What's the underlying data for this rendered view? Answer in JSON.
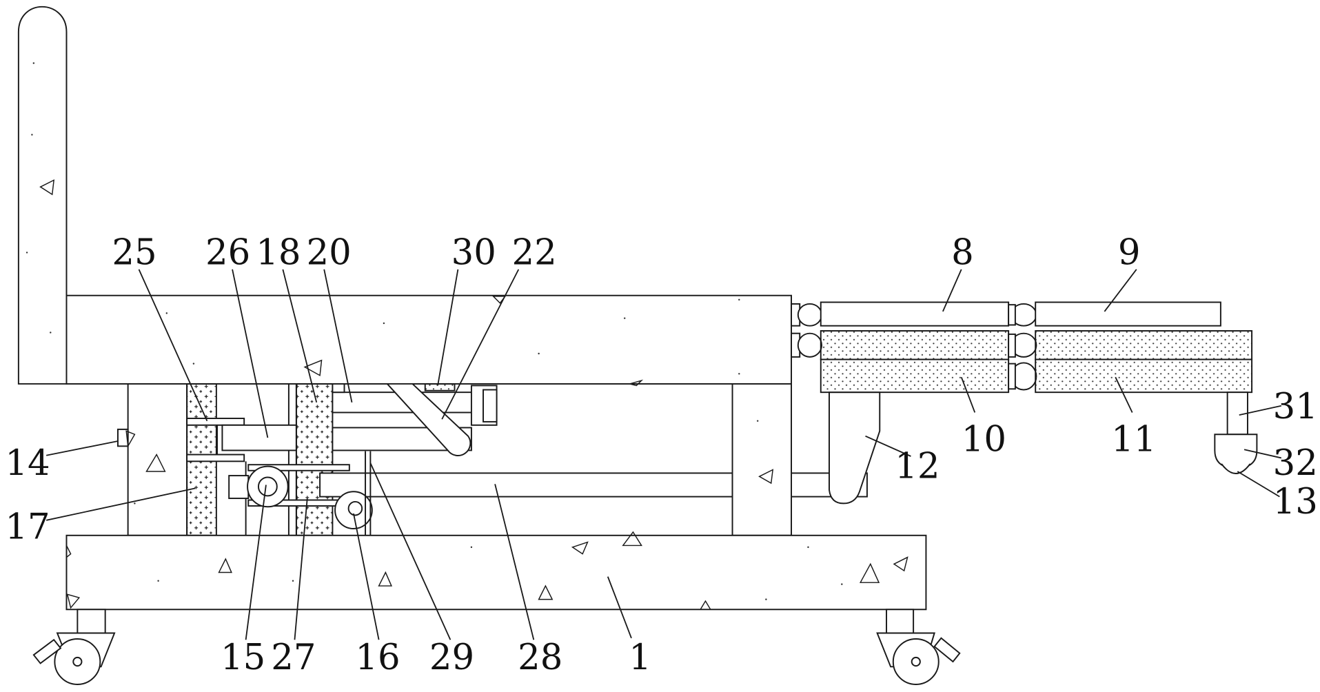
{
  "labels": [
    "25",
    "26",
    "18",
    "20",
    "30",
    "22",
    "8",
    "9",
    "14",
    "17",
    "12",
    "10",
    "11",
    "31",
    "32",
    "13",
    "15",
    "27",
    "16",
    "29",
    "28",
    "1"
  ]
}
